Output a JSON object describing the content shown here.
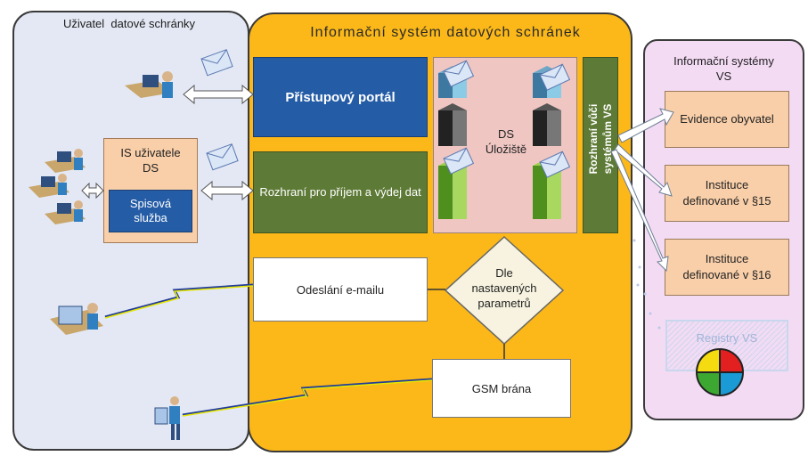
{
  "panels": {
    "left_title": "Uživatel  datové schránky",
    "center_title": "Informační systém datových schránek",
    "right_title_line1": "Informační systémy",
    "right_title_line2": "VS"
  },
  "center": {
    "portal_label": "Přístupový portál",
    "interface_label": "Rozhraní pro příjem a výdej dat",
    "storage_line1": "DS",
    "storage_line2": "Úložiště",
    "vertical_line1": "Rozhraní vůči",
    "vertical_line2": "systémům VS",
    "email_label": "Odeslání e-mailu",
    "decision_line1": "Dle",
    "decision_line2": "nastavených",
    "decision_line3": "parametrů",
    "gsm_label": "GSM brána"
  },
  "left": {
    "is_line1": "IS uživatele",
    "is_line2": "DS",
    "spis_line1": "Spisová",
    "spis_line2": "služba"
  },
  "right": {
    "evidence_label": "Evidence obyvatel",
    "inst15_line1": "Instituce",
    "inst15_line2": "definované v §15",
    "inst16_line1": "Instituce",
    "inst16_line2": "definované v §16",
    "registry_label": "Registry VS"
  },
  "colors": {
    "center_bg": "#fbb818",
    "left_bg": "#e3e8f4",
    "right_bg": "#f4dbf4",
    "blue_box": "#245ca6",
    "green_box": "#5d7a36",
    "peach_box": "#f9cfa9"
  }
}
